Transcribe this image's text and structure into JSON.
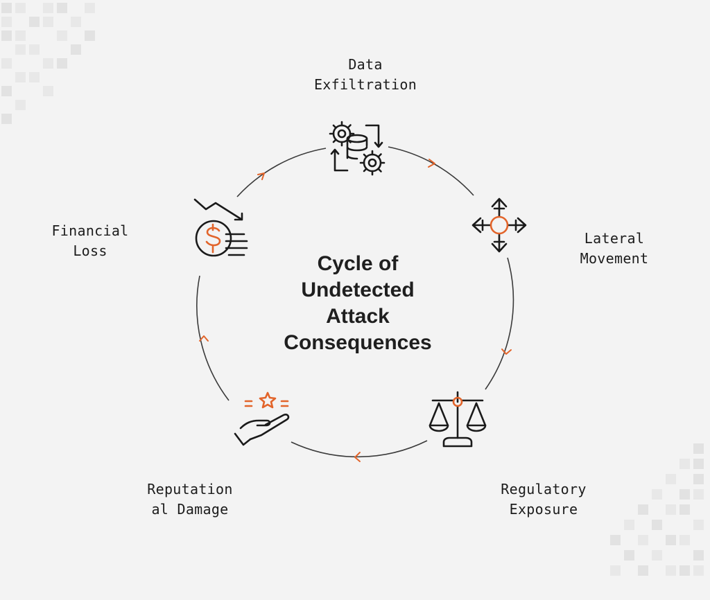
{
  "title": [
    "Cycle of",
    "Undetected",
    "Attack",
    "Consequences"
  ],
  "colors": {
    "accent": "#e2642a",
    "ink": "#1a1a1a",
    "ring": "#3a3a3a",
    "background": "#f3f3f3"
  },
  "nodes": [
    {
      "id": "data-exfiltration",
      "label": [
        "Data",
        "Exfiltration"
      ],
      "icon": "database-gears-icon"
    },
    {
      "id": "lateral-movement",
      "label": [
        "Lateral",
        "Movement"
      ],
      "icon": "four-way-arrows-icon"
    },
    {
      "id": "regulatory-exposure",
      "label": [
        "Regulatory",
        "Exposure"
      ],
      "icon": "balance-scale-icon"
    },
    {
      "id": "reputational-damage",
      "label": [
        "Reputation",
        "al Damage"
      ],
      "icon": "hand-star-icon"
    },
    {
      "id": "financial-loss",
      "label": [
        "Financial",
        "Loss"
      ],
      "icon": "coin-decline-icon"
    }
  ]
}
